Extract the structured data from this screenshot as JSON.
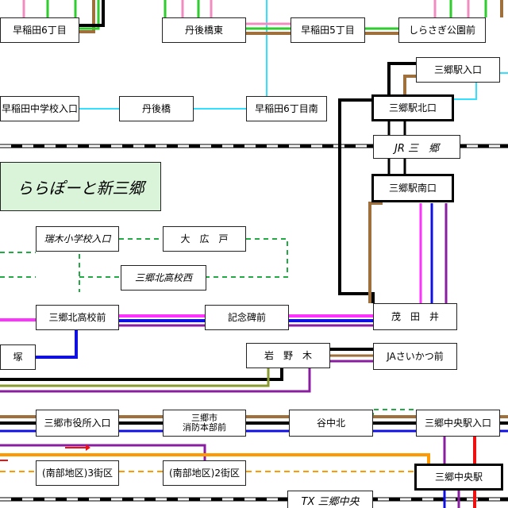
{
  "landmark": "ららぽーと新三郷",
  "rail_labels": {
    "jr": "JR 三　郷",
    "tx": "TX 三郷中央"
  },
  "stops": {
    "wasedada6": "早稲田6丁目",
    "tangobashi_higashi": "丹後橋東",
    "wasedada5": "早稲田5丁目",
    "shirasagi": "しらさぎ公園前",
    "misato_sta_iriguchi": "三郷駅入口",
    "waseda_jhs": "早稲田中学校入口",
    "tangobashi": "丹後橋",
    "wasedada6_minami": "早稲田6丁目南",
    "misato_sta_kita": "三郷駅北口",
    "misato_sta_minami": "三郷駅南口",
    "mizuki_es": "瑞木小学校入口",
    "ohirato": "大　広　戸",
    "misato_kita_hs_nishi": "三郷北高校西",
    "misato_kita_hs": "三郷北高校前",
    "kinenhi": "記念碑前",
    "moda": "茂　田　井",
    "tsuka": "塚",
    "iwanogi": "岩　野　木",
    "ja": "JAさいかつ前",
    "city_hall": "三郷市役所入口",
    "fire_hq": "三郷市\n消防本部前",
    "yanaka_kita": "谷中北",
    "misato_chuo_iriguchi": "三郷中央駅入口",
    "nanbu3": "(南部地区)3街区",
    "nanbu2": "(南部地区)2街区",
    "misato_chuo": "三郷中央駅"
  },
  "route_colors": {
    "brown": "#a0703c",
    "black": "#000000",
    "pink": "#f08cc0",
    "green": "#2ecc2e",
    "cyan": "#33e0ff",
    "magenta": "#ff33ff",
    "blue": "#1010e0",
    "purple": "#8a1ea0",
    "olive": "#8a9a30",
    "orange": "#ff9900",
    "red": "#ee1111",
    "community_green_dashed": "#22aa44"
  }
}
